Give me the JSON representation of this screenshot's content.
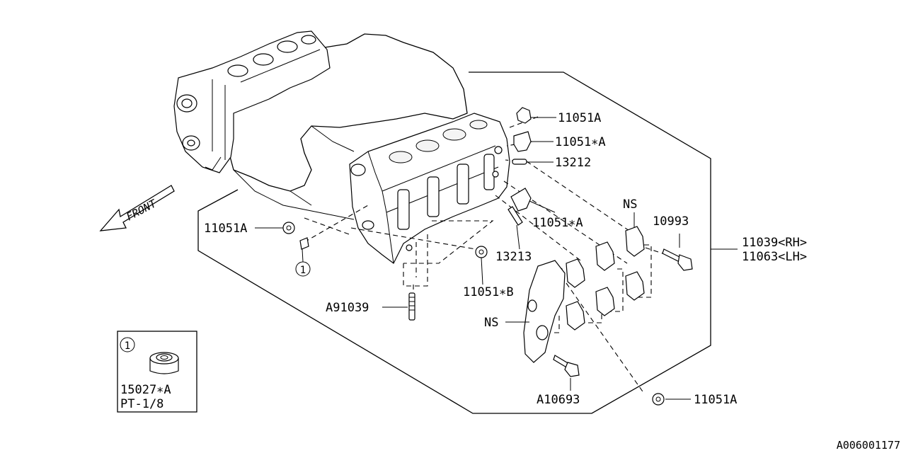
{
  "callouts": {
    "plug_top": "11051A",
    "plug_a_top": "11051∗A",
    "pin_13212": "13212",
    "plug_a_mid": "11051∗A",
    "pin_13213": "13213",
    "plug_b": "11051∗B",
    "plug_left": "11051A",
    "ref_circle_1": "1",
    "stud": "A91039",
    "ns_top": "NS",
    "bolt_10993": "10993",
    "head_rh": "11039<RH>",
    "head_lh": "11063<LH>",
    "ns_bottom": "NS",
    "bolt_a10693": "A10693",
    "plug_bottom": "11051A"
  },
  "direction": {
    "front": "FRONT"
  },
  "inset": {
    "ref": "1",
    "part": "15027∗A",
    "spec": "PT-1/8"
  },
  "diagram_id": "A006001177"
}
